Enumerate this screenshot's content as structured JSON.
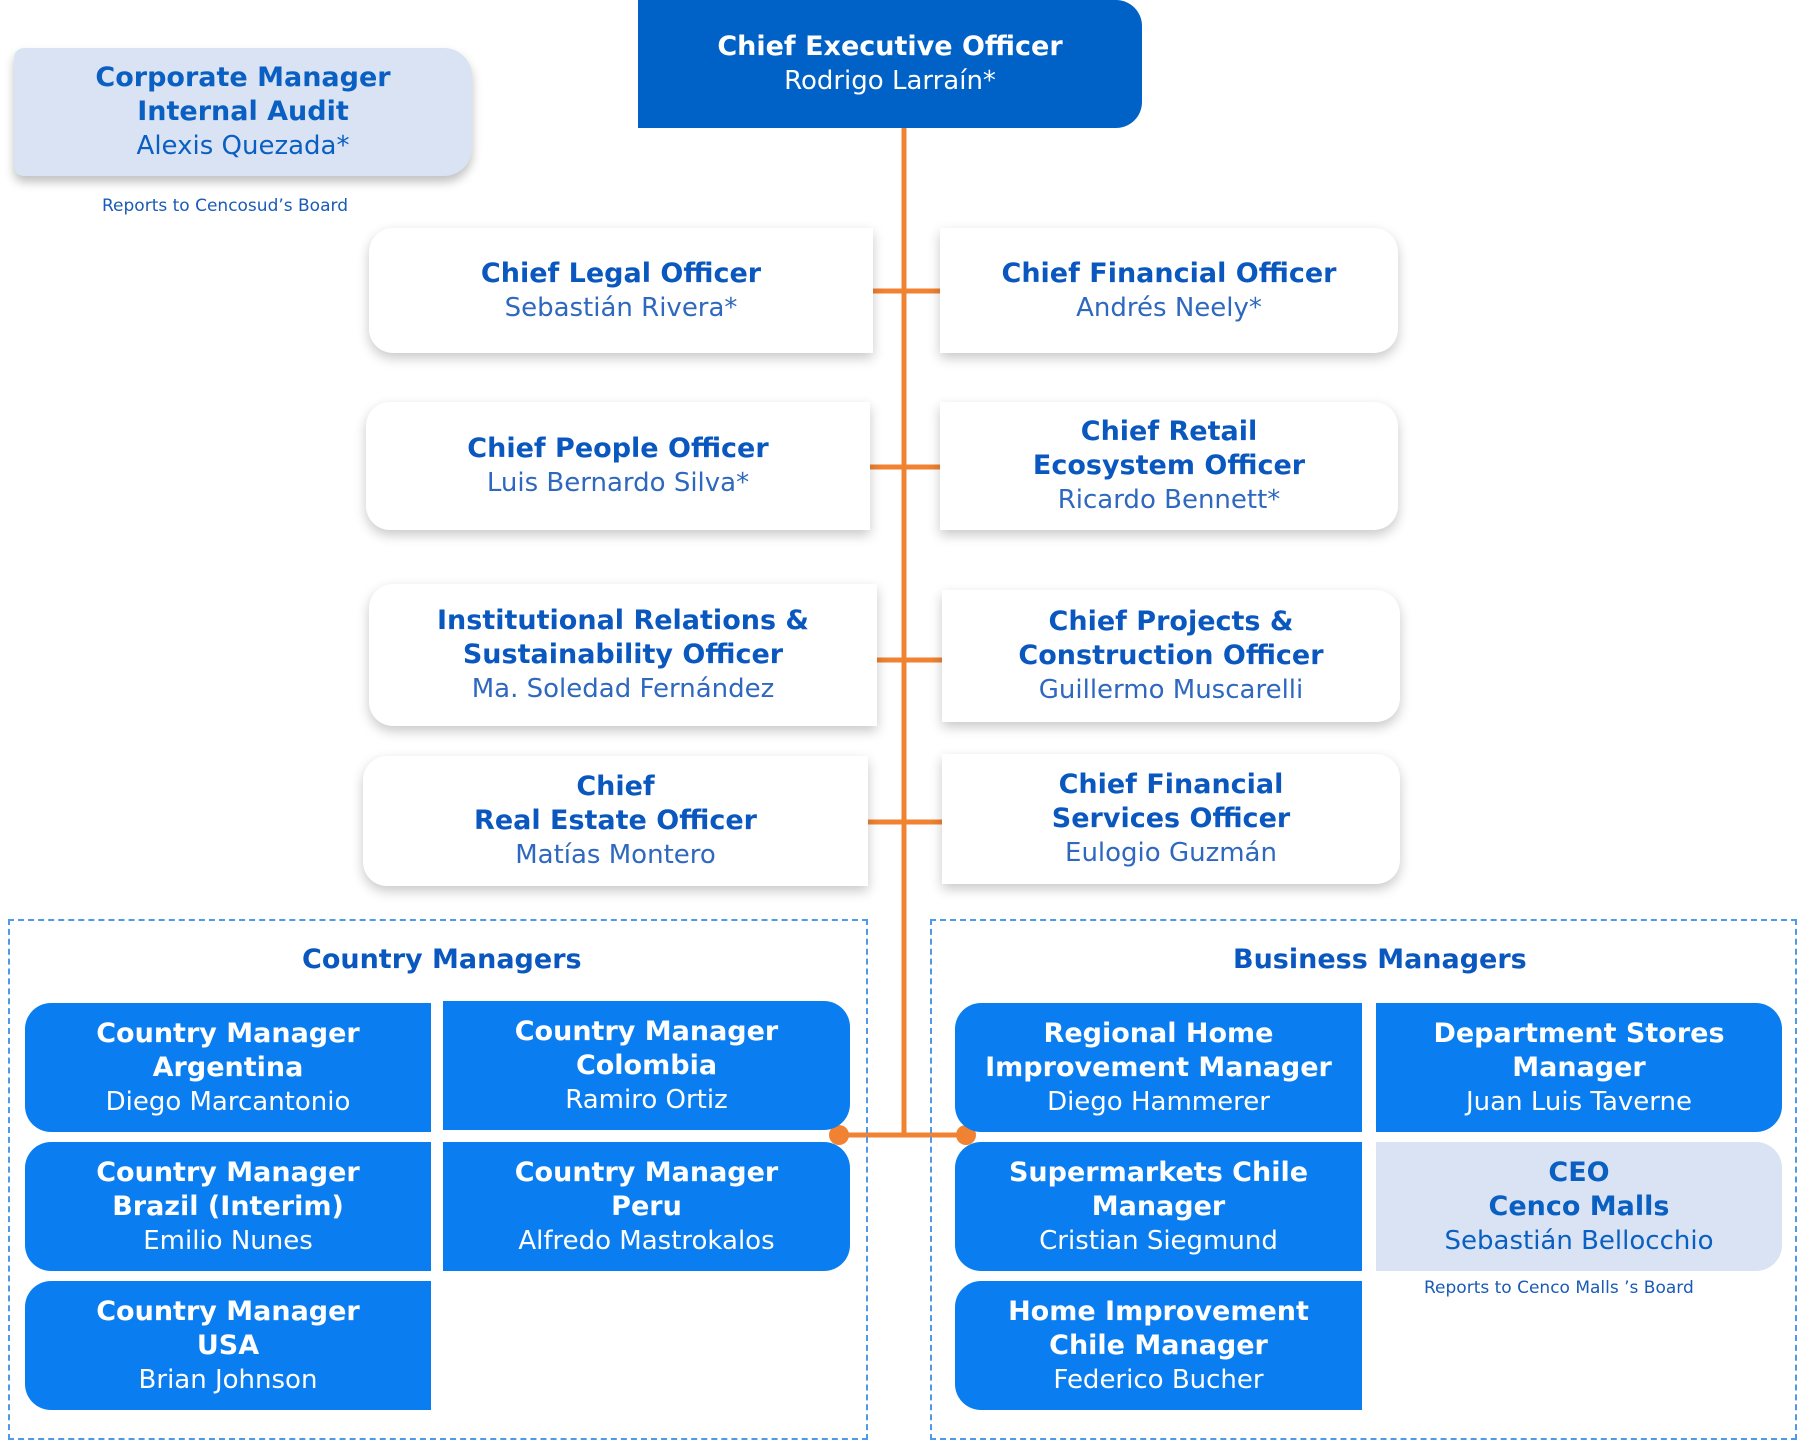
{
  "ceo": {
    "title": "Chief Executive Officer",
    "name": "Rodrigo Larraín*"
  },
  "audit": {
    "title_line1": "Corporate Manager",
    "title_line2": "Internal Audit",
    "name": "Alexis Quezada*",
    "note": "Reports to Cencosud’s Board"
  },
  "officers": {
    "legal": {
      "title": "Chief Legal Officer",
      "name": "Sebastián Rivera*"
    },
    "financial": {
      "title": "Chief Financial Officer",
      "name": "Andrés Neely*"
    },
    "people": {
      "title": "Chief People Officer",
      "name": "Luis Bernardo Silva*"
    },
    "retail": {
      "title_line1": "Chief Retail",
      "title_line2": "Ecosystem Officer",
      "name": "Ricardo Bennett*"
    },
    "institutional": {
      "title_line1": "Institutional Relations &",
      "title_line2": "Sustainability Officer",
      "name": "Ma. Soledad Fernández"
    },
    "projects": {
      "title_line1": "Chief Projects &",
      "title_line2": "Construction Officer",
      "name": "Guillermo Muscarelli"
    },
    "real_estate": {
      "title_line1": "Chief",
      "title_line2": "Real Estate Officer",
      "name": "Matías Montero"
    },
    "fin_services": {
      "title_line1": "Chief Financial",
      "title_line2": "Services Officer",
      "name": "Eulogio Guzmán"
    }
  },
  "country_managers": {
    "heading": "Country Managers",
    "argentina": {
      "title_line1": "Country Manager",
      "title_line2": "Argentina",
      "name": "Diego Marcantonio"
    },
    "colombia": {
      "title_line1": "Country Manager",
      "title_line2": "Colombia",
      "name": "Ramiro Ortiz"
    },
    "brazil": {
      "title_line1": "Country Manager",
      "title_line2": "Brazil (Interim)",
      "name": "Emilio Nunes"
    },
    "peru": {
      "title_line1": "Country Manager",
      "title_line2": "Peru",
      "name": "Alfredo Mastrokalos"
    },
    "usa": {
      "title_line1": "Country Manager",
      "title_line2": "USA",
      "name": "Brian Johnson"
    }
  },
  "business_managers": {
    "heading": "Business Managers",
    "regional_home": {
      "title_line1": "Regional Home",
      "title_line2": "Improvement Manager",
      "name": "Diego Hammerer"
    },
    "department_stores": {
      "title_line1": "Department Stores",
      "title_line2": "Manager",
      "name": "Juan Luis Taverne"
    },
    "supermarkets": {
      "title_line1": "Supermarkets Chile",
      "title_line2": "Manager",
      "name": "Cristian Siegmund"
    },
    "cenco_malls": {
      "title_line1": "CEO",
      "title_line2": "Cenco Malls",
      "name": "Sebastián Bellocchio",
      "note": "Reports to Cenco Malls ’s Board"
    },
    "home_chile": {
      "title_line1": "Home Improvement",
      "title_line2": "Chile Manager",
      "name": "Federico Bucher"
    }
  },
  "colors": {
    "connector": "#f08232",
    "ceo": "#0061c6",
    "manager": "#0a7ef0",
    "light": "#d9e3f3"
  }
}
